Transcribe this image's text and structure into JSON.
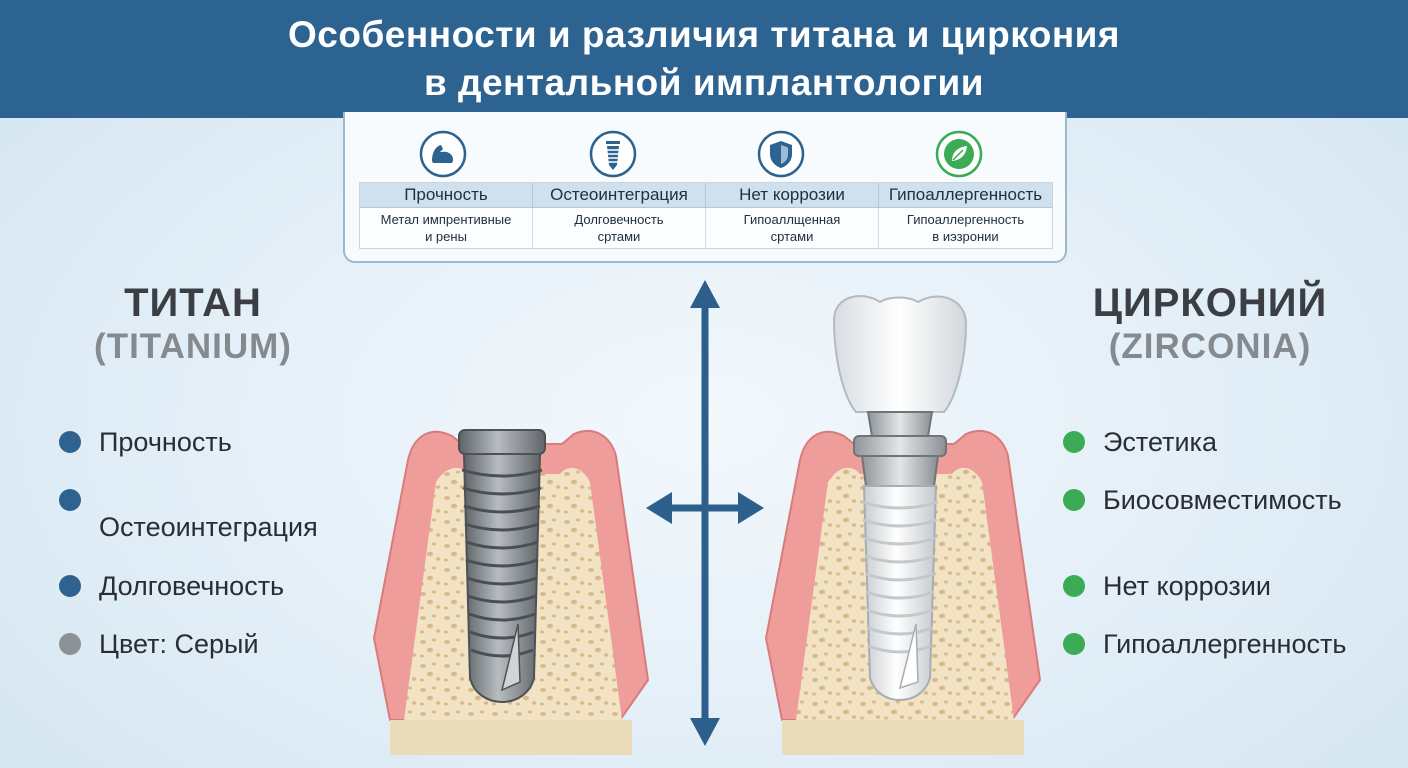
{
  "header": {
    "title_line1": "Особенности и различия титана и циркония",
    "title_line2": "в дентальной имплантологии"
  },
  "comparison_table": {
    "columns": [
      {
        "icon": "flexed-arm-icon",
        "header": "Прочность",
        "text_line1": "Метал импрентивные",
        "text_line2": "и рены"
      },
      {
        "icon": "implant-screw-icon",
        "header": "Остеоинтеграция",
        "text_line1": "Долговечность",
        "text_line2": "сртами"
      },
      {
        "icon": "shield-icon",
        "header": "Нет коррозии",
        "text_line1": "Гипоаллщенная",
        "text_line2": "сртами"
      },
      {
        "icon": "leaf-icon",
        "header": "Гипоаллергенность",
        "text_line1": "Гипоаллергенность",
        "text_line2": "в иэзронии"
      }
    ]
  },
  "titanium": {
    "title": "ТИТАН",
    "subtitle": "(TITANIUM)",
    "features": [
      {
        "label": "Прочность",
        "dot_color": "#2f638f"
      },
      {
        "label": "Остеоинтеграция",
        "dot_color": "#2f638f"
      },
      {
        "label": "Долговечность",
        "dot_color": "#2f638f"
      },
      {
        "label": "Цвет: Серый",
        "dot_color": "#8c9196"
      }
    ]
  },
  "zirconia": {
    "title": "ЦИРКОНИЙ",
    "subtitle": "(ZIRCONIA)",
    "features": [
      {
        "label": "Эстетика",
        "dot_color": "#3bab55"
      },
      {
        "label": "Биосовместимость",
        "dot_color": "#3bab55"
      },
      {
        "label": "Нет коррозии",
        "dot_color": "#3bab55"
      },
      {
        "label": "Гипоаллергенность",
        "dot_color": "#3bab55"
      }
    ]
  },
  "colors": {
    "header_bg": "#2d6391",
    "arrow": "#2c5f8c",
    "gum": "#ef9d9b",
    "bone": "#f1e3c4",
    "titanium": "#8e9398",
    "zirconia": "#f2f4f6"
  }
}
